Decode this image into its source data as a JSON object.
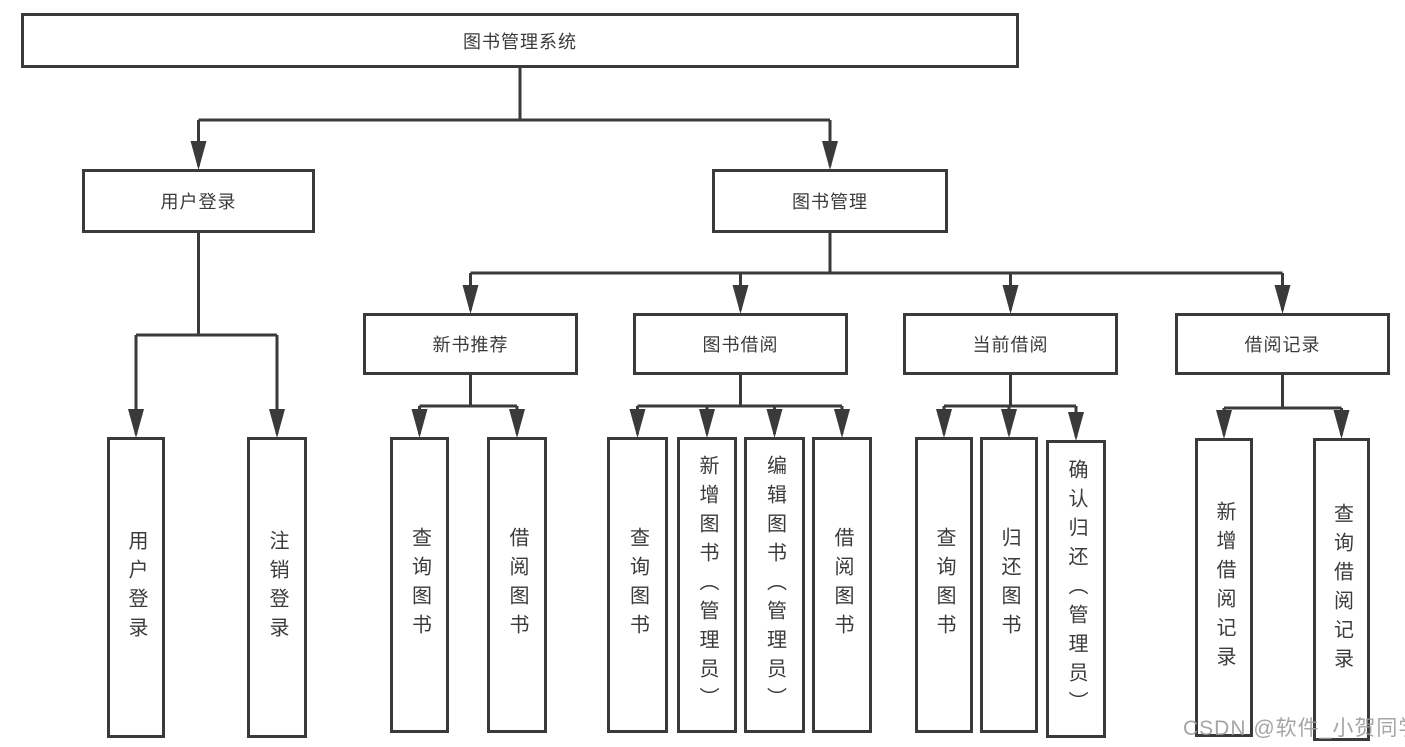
{
  "nodes": {
    "root": "图书管理系统",
    "userLogin": "用户登录",
    "bookMgmt": "图书管理",
    "newBookRec": "新书推荐",
    "bookBorrow": "图书借阅",
    "currentBorrow": "当前借阅",
    "borrowRecord": "借阅记录",
    "userLoginLeaf": "用户登录",
    "logoutLeaf": "注销登录",
    "nbQuery": "查询图书",
    "nbBorrow": "借阅图书",
    "bbQuery": "查询图书",
    "bbAdd": "新增图书（管理员）",
    "bbEdit": "编辑图书（管理员）",
    "bbBorrow": "借阅图书",
    "cbQuery": "查询图书",
    "cbReturn": "归还图书",
    "cbConfirm": "确认归还（管理员）",
    "brAdd": "新增借阅记录",
    "brQuery": "查询借阅记录"
  },
  "watermark": "CSDN @软件_小贺同学",
  "colors": {
    "line": "#3a3a3a",
    "text": "#3b3b3b",
    "watermark": "#9b9b9b"
  }
}
